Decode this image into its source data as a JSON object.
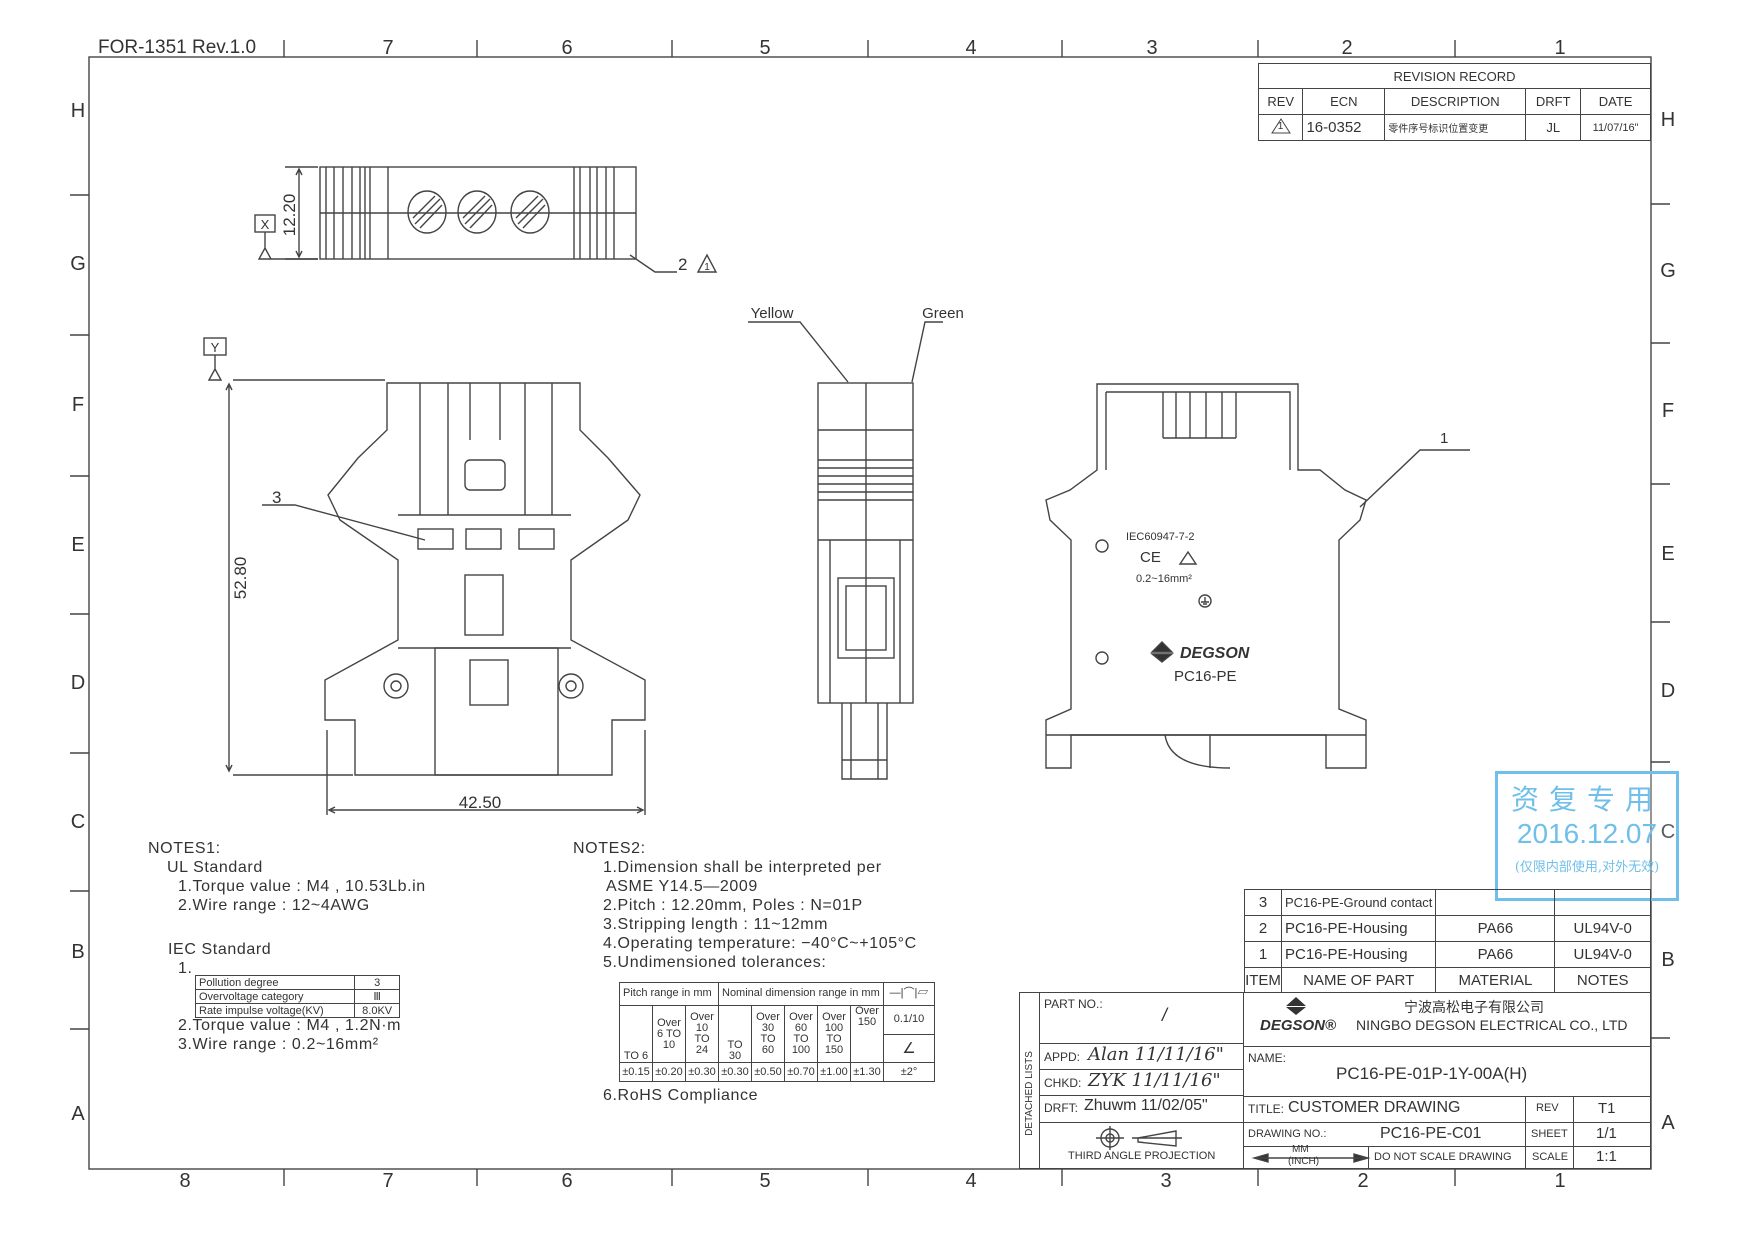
{
  "sheet": {
    "form_id": "FOR-1351 Rev.1.0",
    "zone_columns_top": [
      "7",
      "6",
      "5",
      "4",
      "3",
      "2",
      "1"
    ],
    "zone_columns_bottom": [
      "8",
      "7",
      "6",
      "5",
      "4",
      "3",
      "2",
      "1"
    ],
    "zone_rows": [
      "H",
      "G",
      "F",
      "E",
      "D",
      "C",
      "B",
      "A"
    ]
  },
  "revision_record": {
    "title": "REVISION RECORD",
    "headers": [
      "REV",
      "ECN",
      "DESCRIPTION",
      "DRFT",
      "DATE"
    ],
    "rows": [
      {
        "rev": "1",
        "ecn": "16-0352",
        "description": "零件序号标识位置变更",
        "drft": "JL",
        "date": "11/07/16\""
      }
    ]
  },
  "views": {
    "top": {
      "dim_width": "12.20",
      "datum": "X",
      "callout": "2",
      "callout_rev": "1"
    },
    "front": {
      "dim_height": "52.80",
      "dim_width": "42.50",
      "datum": "Y",
      "callout": "3"
    },
    "side": {
      "wire_label_left": "Yellow",
      "wire_label_right": "Green"
    },
    "right": {
      "callout": "1",
      "marking_standard": "IEC60947-7-2",
      "marking_ce": "CE",
      "marking_range": "0.2~16mm²",
      "brand": "DEGSON",
      "model": "PC16-PE"
    }
  },
  "notes1": {
    "title": "NOTES1:",
    "ul_heading": "UL Standard",
    "ul_items": [
      "1.Torque value : M4 , 10.53Lb.in",
      "2.Wire range : 12~4AWG"
    ],
    "iec_heading": "IEC Standard",
    "iec_item1_prefix": "1.",
    "iec_table": [
      [
        "Pollution degree",
        "3"
      ],
      [
        "Overvoltage category",
        "Ⅲ"
      ],
      [
        "Rate impulse voltage(KV)",
        "8.0KV"
      ]
    ],
    "iec_items": [
      "2.Torque value : M4 , 1.2N·m",
      "3.Wire range : 0.2~16mm²"
    ]
  },
  "notes2": {
    "title": "NOTES2:",
    "items": [
      "1.Dimension shall be interpreted per",
      " ASME Y14.5—2009",
      "2.Pitch : 12.20mm, Poles : N=01P",
      "3.Stripping length : 11~12mm",
      "4.Operating temperature: −40°C~+105°C",
      "5.Undimensioned tolerances:"
    ],
    "last_item": "6.RoHS Compliance",
    "tolerance_table": {
      "pitch_header": "Pitch range in mm",
      "nominal_header": "Nominal dimension range in mm",
      "symbols": [
        "—",
        "⌒",
        "▱"
      ],
      "ranges": [
        "TO 6",
        "Over 6 TO 10",
        "Over 10 TO 24",
        "TO 30",
        "Over 30 TO 60",
        "Over 60 TO 100",
        "Over 100 TO 150",
        "Over 150"
      ],
      "tolerances": [
        "±0.15",
        "±0.20",
        "±0.30",
        "±0.30",
        "±0.50",
        "±0.70",
        "±1.00",
        "±1.30"
      ],
      "flatness": "0.1/10",
      "angle_symbol": "∠",
      "angle_tol": "±2°"
    }
  },
  "bom": {
    "headers": [
      "ITEM",
      "NAME OF PART",
      "MATERIAL",
      "NOTES"
    ],
    "rows": [
      {
        "item": "3",
        "name": "PC16-PE-Ground contact",
        "material": "",
        "notes": ""
      },
      {
        "item": "2",
        "name": "PC16-PE-Housing",
        "material": "PA66",
        "notes": "UL94V-0"
      },
      {
        "item": "1",
        "name": "PC16-PE-Housing",
        "material": "PA66",
        "notes": "UL94V-0"
      }
    ]
  },
  "title_block": {
    "detached_lists": "DETACHED LISTS",
    "part_no_label": "PART NO.:",
    "part_no_value": "/",
    "appd_label": "APPD:",
    "appd_value": "Alan 11/11/16\"",
    "chkd_label": "CHKD:",
    "chkd_value": "ZYK 11/11/16\"",
    "drft_label": "DRFT:",
    "drft_value": "Zhuwm 11/02/05\"",
    "projection": "THIRD ANGLE PROJECTION",
    "company_logo": "DEGSON®",
    "company_cn": "宁波高松电子有限公司",
    "company_en": "NINGBO DEGSON ELECTRICAL CO., LTD",
    "name_label": "NAME:",
    "name_value": "PC16-PE-01P-1Y-00A(H)",
    "title_label": "TITLE:",
    "title_value": "CUSTOMER DRAWING",
    "rev_label": "REV",
    "rev_value": "T1",
    "drawing_no_label": "DRAWING NO.:",
    "drawing_no_value": "PC16-PE-C01",
    "sheet_label": "SHEET",
    "sheet_value": "1/1",
    "unit_mm": "MM",
    "unit_inch": "(INCH)",
    "do_not_scale": "DO NOT SCALE DRAWING",
    "scale_label": "SCALE",
    "scale_value": "1:1"
  },
  "stamp": {
    "line1": "资复专用",
    "date": "2016.12.07",
    "line3": "(仅限内部使用,对外无效)",
    "color": "#6fbfea"
  }
}
